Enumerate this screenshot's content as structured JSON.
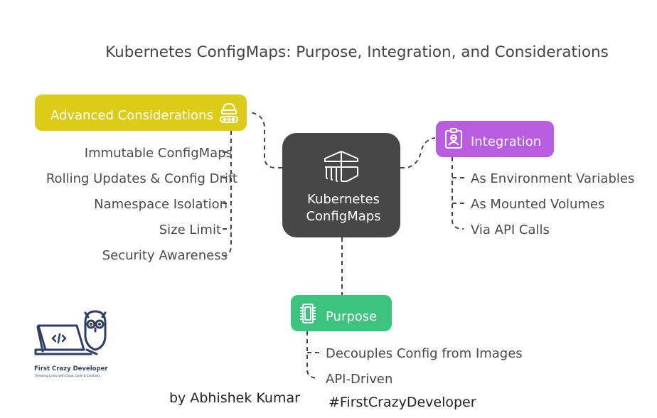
{
  "title": "Kubernetes ConfigMaps: Purpose, Integration, and Considerations",
  "center_node": {
    "label": "Kubernetes ConfigMaps",
    "icon": "kubernetes-configmap-icon",
    "color": "#474747"
  },
  "branches": {
    "advanced": {
      "label": "Advanced Considerations",
      "icon": "conveyor-icon",
      "color": "#dccc17",
      "items": [
        "Immutable ConfigMaps",
        "Rolling Updates & Config Drift",
        "Namespace Isolation",
        "Size Limit",
        "Security Awareness"
      ]
    },
    "integration": {
      "label": "Integration",
      "icon": "id-badge-icon",
      "color": "#b85ce0",
      "items": [
        "As Environment Variables",
        "As Mounted Volumes",
        "Via API Calls"
      ]
    },
    "purpose": {
      "label": "Purpose",
      "icon": "chip-icon",
      "color": "#3cc47f",
      "items": [
        "Decouples Config from Images",
        "API-Driven"
      ]
    }
  },
  "footer": {
    "byline": "by Abhishek Kumar",
    "hashtag": "#FirstCrazyDeveloper"
  },
  "logo": {
    "name": "First Crazy Developer",
    "tagline": "Breaking Limits with Cloud, Code & Creativity",
    "color": "#2e3f63"
  },
  "connector_color": "#444444"
}
